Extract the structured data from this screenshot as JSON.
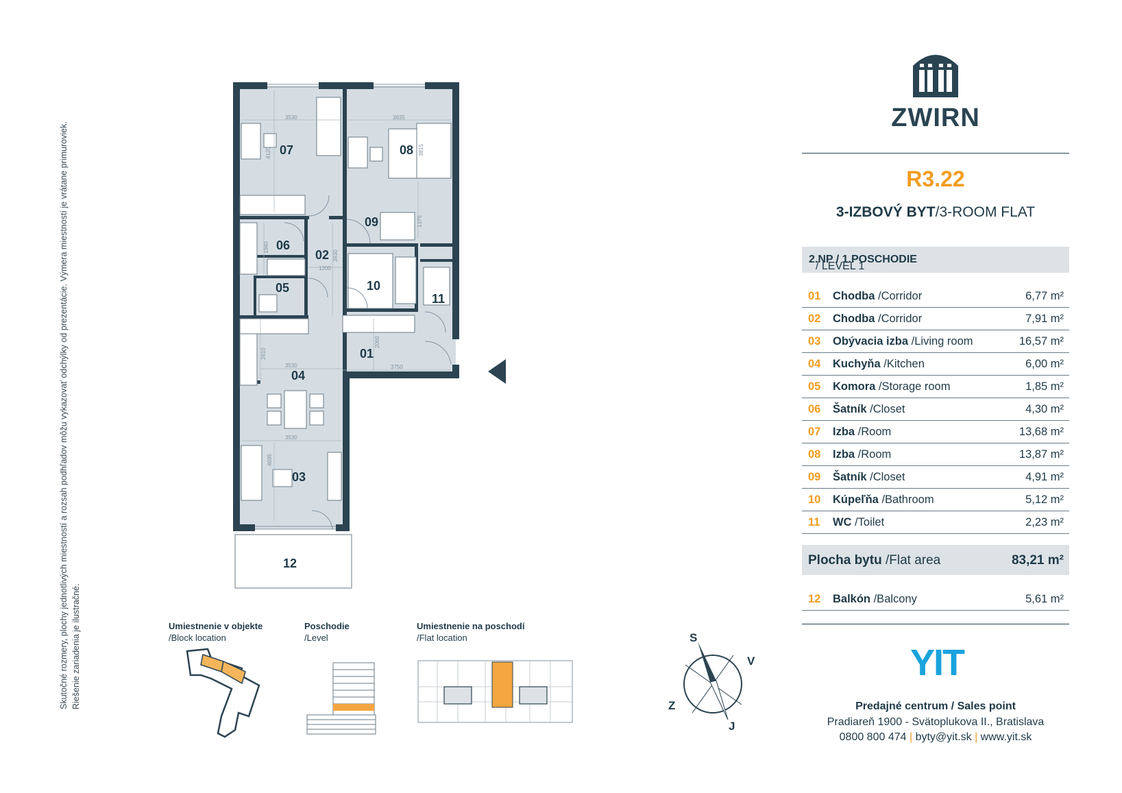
{
  "disclaimer": [
    "Skutočné rozmery, plochy jednotlivých miestností a rozsah podhľadov môžu vykazovať odchýlky od prezentácie. Výmera miestností je vrátane primuroviek.",
    "Riešenie zariadenia je ilustračné."
  ],
  "plan": {
    "rooms": [
      "01",
      "02",
      "03",
      "04",
      "05",
      "06",
      "07",
      "08",
      "09",
      "10",
      "11",
      "12"
    ],
    "dimensions": {
      "d07_w": "3530",
      "d07_h": "4120",
      "d08_w": "3635",
      "d08_h": "3815",
      "d09_h": "1375",
      "d06_h": "1940",
      "d02_h": "3930",
      "d02_w": "1200",
      "d01_h": "2060",
      "d01_w": "3750",
      "d04_w": "3530",
      "d04_h": "2610",
      "d03_w": "3530",
      "d03_h": "4695"
    }
  },
  "locators": {
    "block_title": "Umiestnenie v objekte",
    "block_sub": "/Block location",
    "level_title": "Poschodie",
    "level_sub": "/Level",
    "flat_title": "Umiestnenie na poschodí",
    "flat_sub": "/Flat location"
  },
  "compass": {
    "north": "S",
    "east": "V",
    "south": "J",
    "west": "Z"
  },
  "brand": {
    "name": "ZWIRN",
    "sales_logo": "YIT"
  },
  "flat": {
    "code": "R3.22",
    "type_bold": "3-IZBOVÝ BYT",
    "type_rest": "/3-ROOM FLAT",
    "level_bold": "2.NP / 1.POSCHODIE",
    "level_rest": " / LEVEL 1"
  },
  "rooms": [
    {
      "no": "01",
      "name": "Chodba",
      "en": " /Corridor",
      "area": "6,77 m²"
    },
    {
      "no": "02",
      "name": "Chodba",
      "en": " /Corridor",
      "area": "7,91 m²"
    },
    {
      "no": "03",
      "name": "Obývacia izba",
      "en": " /Living room",
      "area": "16,57 m²"
    },
    {
      "no": "04",
      "name": "Kuchyňa",
      "en": " /Kitchen",
      "area": "6,00 m²"
    },
    {
      "no": "05",
      "name": "Komora",
      "en": " /Storage room",
      "area": "1,85 m²"
    },
    {
      "no": "06",
      "name": "Šatník",
      "en": " /Closet",
      "area": "4,30 m²"
    },
    {
      "no": "07",
      "name": "Izba",
      "en": " /Room",
      "area": "13,68 m²"
    },
    {
      "no": "08",
      "name": "Izba",
      "en": " /Room",
      "area": "13,87 m²"
    },
    {
      "no": "09",
      "name": "Šatník",
      "en": " /Closet",
      "area": "4,91 m²"
    },
    {
      "no": "10",
      "name": "Kúpeľňa",
      "en": " /Bathroom",
      "area": "5,12 m²"
    },
    {
      "no": "11",
      "name": "WC",
      "en": " /Toilet",
      "area": "2,23 m²"
    }
  ],
  "total": {
    "label_bold": "Plocha bytu",
    "label_rest": " /Flat area",
    "area": "83,21 m²"
  },
  "balcony": {
    "no": "12",
    "name": "Balkón",
    "en": " /Balcony",
    "area": "5,61 m²"
  },
  "sales": {
    "title": "Predajné centrum / Sales point",
    "address": "Pradiareň 1900 - Svätoplukova II., Bratislava",
    "phone": "0800 800 474",
    "separator": "|",
    "email": "byty@yit.sk",
    "web": "www.yit.sk"
  },
  "colors": {
    "accent": "#f29c1f",
    "dark": "#2a4452",
    "room_fill": "#d5dde3",
    "wall": "#2c4451",
    "yit_blue": "#1aa3dc",
    "bar": "#dde2e6"
  }
}
